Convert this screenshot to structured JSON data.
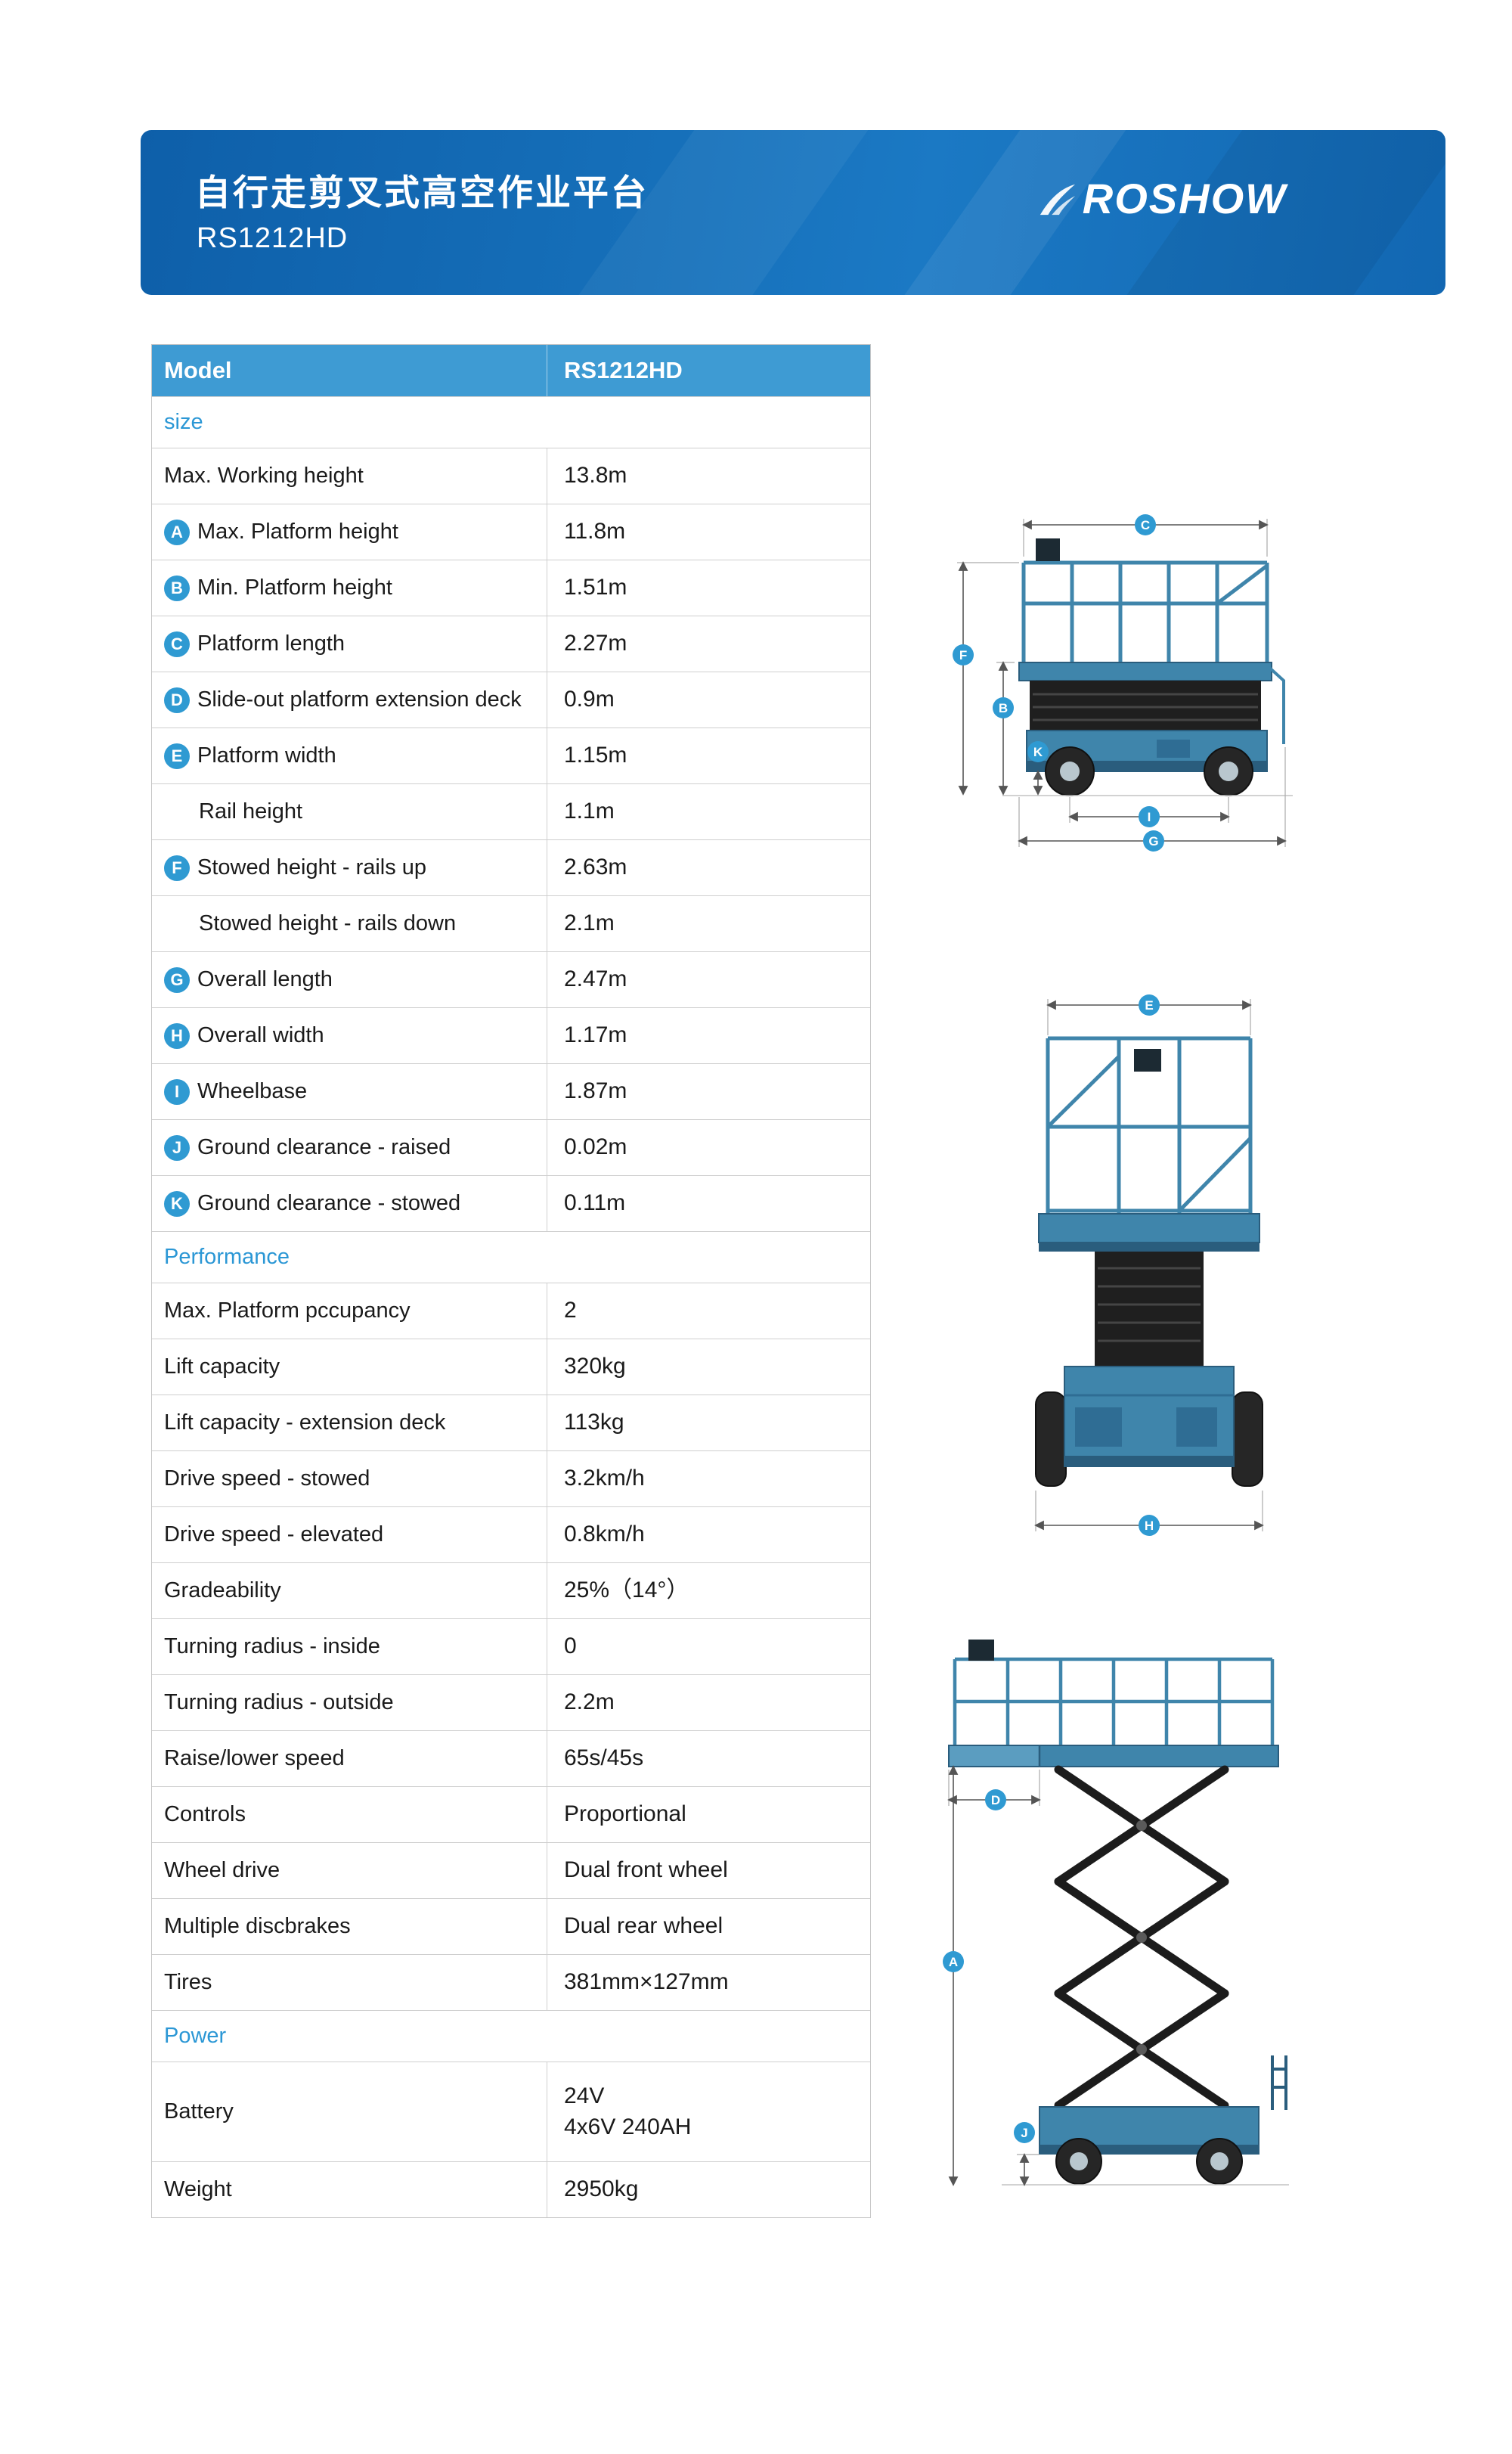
{
  "banner": {
    "title": "自行走剪叉式高空作业平台",
    "model": "RS1212HD",
    "logo": "ROSHOW"
  },
  "table": {
    "header": {
      "label": "Model",
      "value": "RS1212HD"
    },
    "rows": [
      {
        "type": "section",
        "label": "size"
      },
      {
        "type": "row",
        "label": "Max. Working height",
        "value": "13.8m"
      },
      {
        "type": "row",
        "badge": "A",
        "label": "Max. Platform height",
        "value": "11.8m"
      },
      {
        "type": "row",
        "badge": "B",
        "label": "Min. Platform height",
        "value": "1.51m"
      },
      {
        "type": "row",
        "badge": "C",
        "label": "Platform length",
        "value": "2.27m"
      },
      {
        "type": "row",
        "badge": "D",
        "label": "Slide-out platform extension deck",
        "value": "0.9m"
      },
      {
        "type": "row",
        "badge": "E",
        "label": "Platform width",
        "value": "1.15m"
      },
      {
        "type": "row",
        "indent": true,
        "label": "Rail height",
        "value": "1.1m"
      },
      {
        "type": "row",
        "badge": "F",
        "label": "Stowed height - rails up",
        "value": "2.63m"
      },
      {
        "type": "row",
        "indent": true,
        "label": "Stowed height - rails down",
        "value": "2.1m"
      },
      {
        "type": "row",
        "badge": "G",
        "label": "Overall length",
        "value": "2.47m"
      },
      {
        "type": "row",
        "badge": "H",
        "label": "Overall width",
        "value": "1.17m"
      },
      {
        "type": "row",
        "badge": "I",
        "label": "Wheelbase",
        "value": "1.87m"
      },
      {
        "type": "row",
        "badge": "J",
        "label": "Ground clearance - raised",
        "value": "0.02m"
      },
      {
        "type": "row",
        "badge": "K",
        "label": "Ground clearance - stowed",
        "value": "0.11m"
      },
      {
        "type": "section",
        "label": "Performance"
      },
      {
        "type": "row",
        "label": "Max. Platform pccupancy",
        "value": "2"
      },
      {
        "type": "row",
        "label": "Lift capacity",
        "value": "320kg"
      },
      {
        "type": "row",
        "label": "Lift capacity - extension deck",
        "value": "113kg"
      },
      {
        "type": "row",
        "label": "Drive speed - stowed",
        "value": "3.2km/h"
      },
      {
        "type": "row",
        "label": "Drive speed - elevated",
        "value": "0.8km/h"
      },
      {
        "type": "row",
        "label": "Gradeability",
        "value": "25%（14°）"
      },
      {
        "type": "row",
        "label": "Turning radius - inside",
        "value": "0"
      },
      {
        "type": "row",
        "label": "Turning radius - outside",
        "value": "2.2m"
      },
      {
        "type": "row",
        "label": "Raise/lower speed",
        "value": "65s/45s"
      },
      {
        "type": "row",
        "label": "Controls",
        "value": "Proportional"
      },
      {
        "type": "row",
        "label": "Wheel drive",
        "value": "Dual front wheel"
      },
      {
        "type": "row",
        "label": "Multiple discbrakes",
        "value": "Dual rear wheel"
      },
      {
        "type": "row",
        "label": "Tires",
        "value": "381mm×127mm"
      },
      {
        "type": "section",
        "label": "Power"
      },
      {
        "type": "row",
        "tall": true,
        "label": "Battery",
        "value_lines": [
          "24V",
          "4x6V 240AH"
        ]
      },
      {
        "type": "row",
        "label": "Weight",
        "value": "2950kg"
      }
    ]
  },
  "diagrams": {
    "side": {
      "labels": {
        "c": "C",
        "f": "F",
        "b": "B",
        "k": "K",
        "i": "I",
        "g": "G"
      }
    },
    "front": {
      "labels": {
        "e": "E",
        "h": "H"
      }
    },
    "elevated": {
      "labels": {
        "d": "D",
        "a": "A",
        "j": "J"
      }
    }
  },
  "colors": {
    "accent": "#2f9ad2",
    "banner_blue": "#1670ba",
    "table_header_bg": "#3e9bd3",
    "section_text": "#2b97d5",
    "machine_blue": "#3f85ab",
    "scissor_black": "#1f1f1f"
  }
}
